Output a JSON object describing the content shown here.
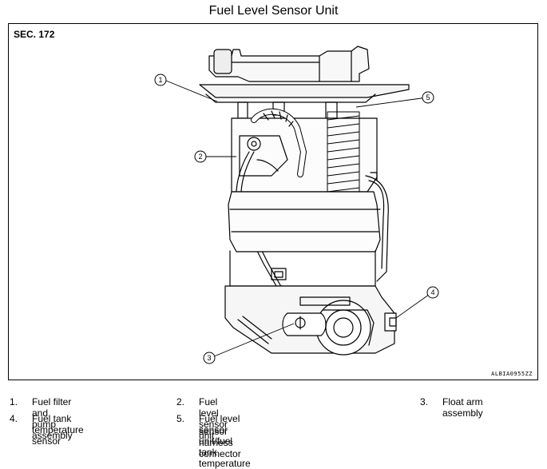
{
  "title": "Fuel Level Sensor Unit",
  "section": "SEC. 172",
  "figure_code": "ALBIA0955ZZ",
  "callouts": [
    "1",
    "2",
    "3",
    "4",
    "5"
  ],
  "legend": [
    {
      "num": "1.",
      "text": "Fuel filter and pump assembly"
    },
    {
      "num": "2.",
      "text": "Fuel level sensor unit"
    },
    {
      "num": "3.",
      "text": "Float arm assembly"
    },
    {
      "num": "4.",
      "text": "Fuel tank temperature sensor"
    },
    {
      "num": "5.",
      "text": "Fuel level sensor unit/fuel tank temperature"
    },
    {
      "num": "",
      "text": "sensor harness connector"
    }
  ]
}
